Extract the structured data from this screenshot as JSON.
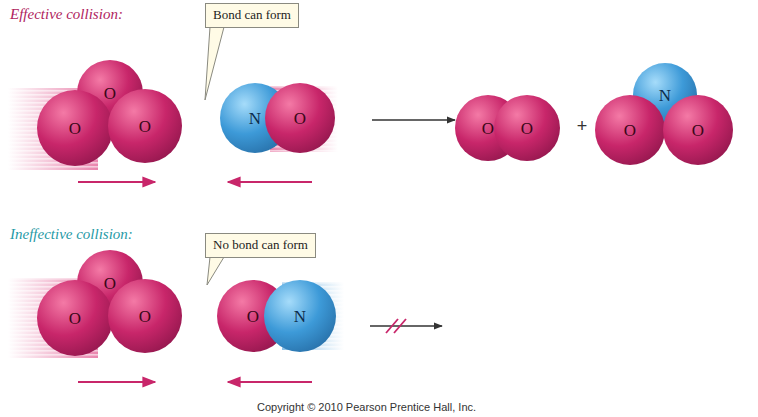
{
  "diagram": {
    "nodes": [
      {
        "text": [
          "Bond can form"
        ]
      },
      {
        "text": [
          "O"
        ]
      },
      {
        "text": [
          "O"
        ]
      },
      {
        "text": [
          "O"
        ]
      },
      {
        "text": [
          "N"
        ]
      },
      {
        "text": [
          "O"
        ]
      },
      {
        "text": [
          "O"
        ]
      },
      {
        "text": [
          "O"
        ]
      },
      {
        "text": [
          "N"
        ]
      },
      {
        "text": [
          "O"
        ]
      },
      {
        "text": [
          "O"
        ]
      },
      {
        "text": [
          "No bond can form"
        ]
      },
      {
        "text": [
          "O"
        ]
      },
      {
        "text": [
          "O"
        ]
      },
      {
        "text": [
          "O"
        ]
      },
      {
        "text": [
          "O"
        ]
      },
      {
        "text": [
          "N"
        ]
      }
    ],
    "labels": [
      "Effective collision:",
      "+",
      "Ineffective collision:",
      "Copyright © 2010 Pearson Prentice Hall, Inc."
    ]
  }
}
